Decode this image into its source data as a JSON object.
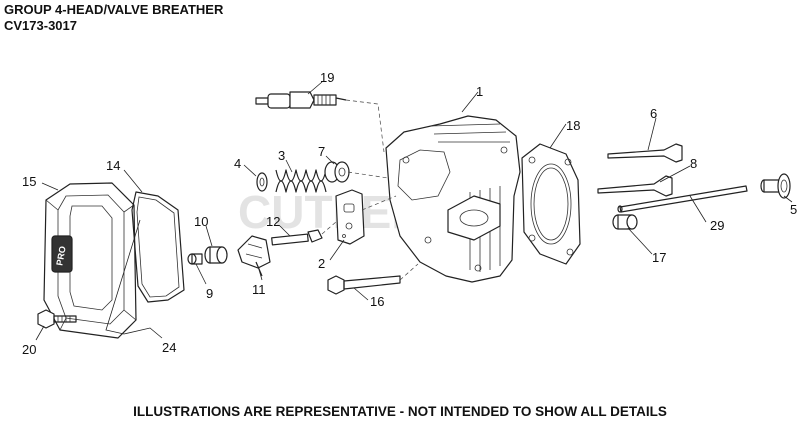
{
  "header": {
    "title": "GROUP 4-HEAD/VALVE BREATHER",
    "model": "CV173-3017"
  },
  "footer": {
    "note": "ILLUSTRATIONS ARE REPRESENTATIVE - NOT INTENDED TO SHOW ALL DETAILS"
  },
  "watermark": {
    "text": "CUTLERS"
  },
  "cover_logo": {
    "text": "PRO"
  },
  "callouts": {
    "c1": "1",
    "c2": "2",
    "c3": "3",
    "c4": "4",
    "c5": "5",
    "c6": "6",
    "c7": "7",
    "c8": "8",
    "c9": "9",
    "c10": "10",
    "c11": "11",
    "c12": "12",
    "c15": "15",
    "c14": "14",
    "c16": "16",
    "c17": "17",
    "c18": "18",
    "c19": "19",
    "c20": "20",
    "c24": "24",
    "c29": "29"
  }
}
